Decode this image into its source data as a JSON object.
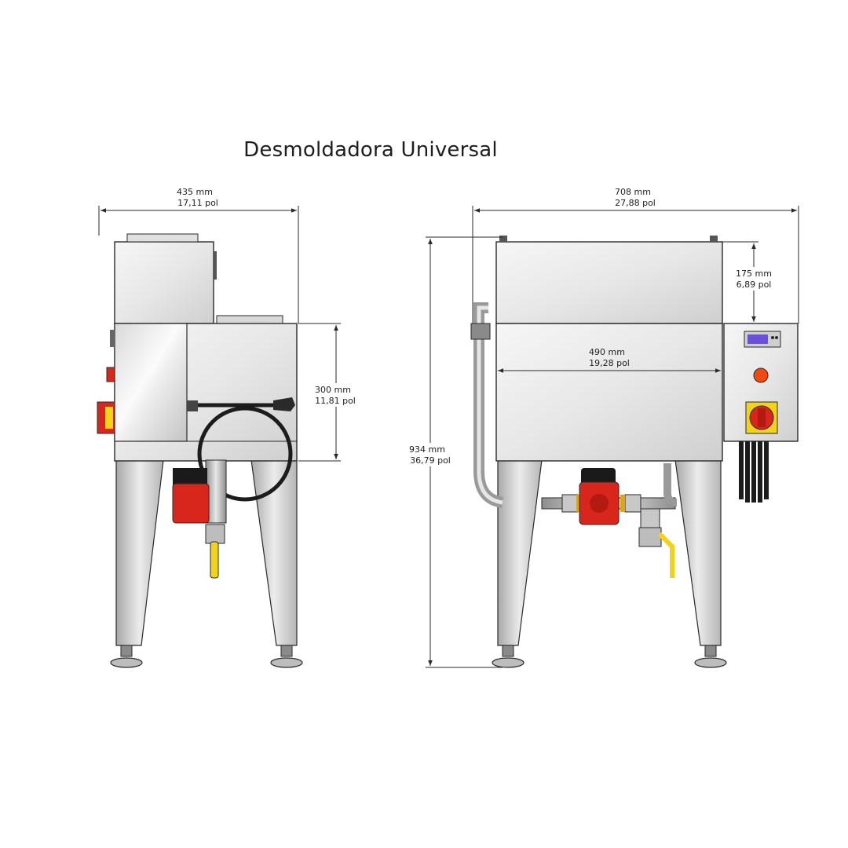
{
  "title": "Desmoldadora Universal",
  "dimensions": {
    "side_width": {
      "mm": "435 mm",
      "pol": "17,11 pol"
    },
    "side_cabinet_height": {
      "mm": "300 mm",
      "pol": "11,81 pol"
    },
    "front_width": {
      "mm": "708 mm",
      "pol": "27,88 pol"
    },
    "control_box_offset": {
      "mm": "175 mm",
      "pol": "6,89 pol"
    },
    "tank_width": {
      "mm": "490 mm",
      "pol": "19,28 pol"
    },
    "total_height": {
      "mm": "934 mm",
      "pol": "36,79 pol"
    }
  },
  "colors": {
    "steel_light": "#f2f2f2",
    "steel_dark": "#9a9a9a",
    "pump_red": "#d8261c",
    "valve_yellow": "#f2d21a",
    "outline": "#2a2a2a",
    "display_purple": "#6a4fd8",
    "lamp_orange": "#f04a10"
  }
}
